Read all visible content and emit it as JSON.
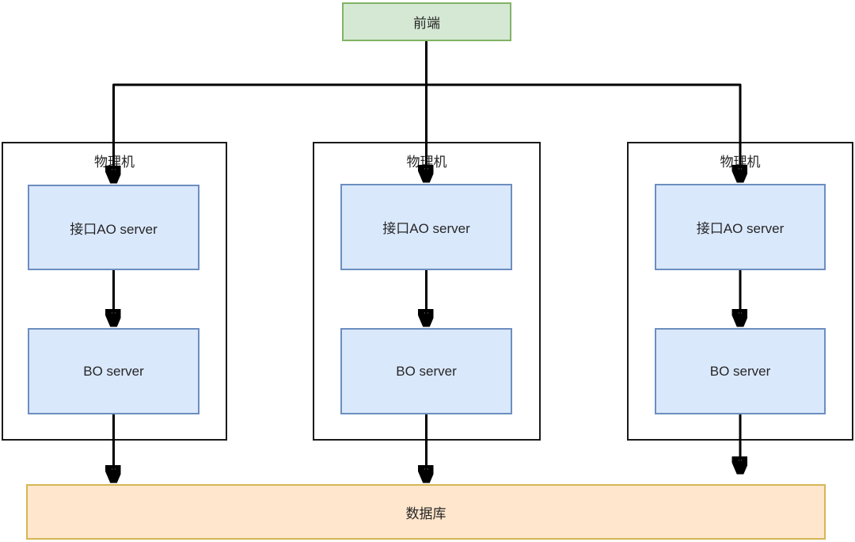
{
  "diagram": {
    "frontend": {
      "label": "前端"
    },
    "columns": [
      {
        "container_label": "物理机",
        "ao_server_label": "接口AO server",
        "bo_server_label": "BO server"
      },
      {
        "container_label": "物理机",
        "ao_server_label": "接口AO server",
        "bo_server_label": "BO server"
      },
      {
        "container_label": "物理机",
        "ao_server_label": "接口AO server",
        "bo_server_label": "BO server"
      }
    ],
    "database": {
      "label": "数据库"
    },
    "colors": {
      "frontend_fill": "#d5e8d4",
      "frontend_border": "#82b366",
      "server_fill": "#dae8fc",
      "server_border": "#6c8ebf",
      "database_fill": "#ffe6cc",
      "database_border": "#d6b656",
      "container_border": "#1a1a1a",
      "edge": "#000000"
    }
  }
}
